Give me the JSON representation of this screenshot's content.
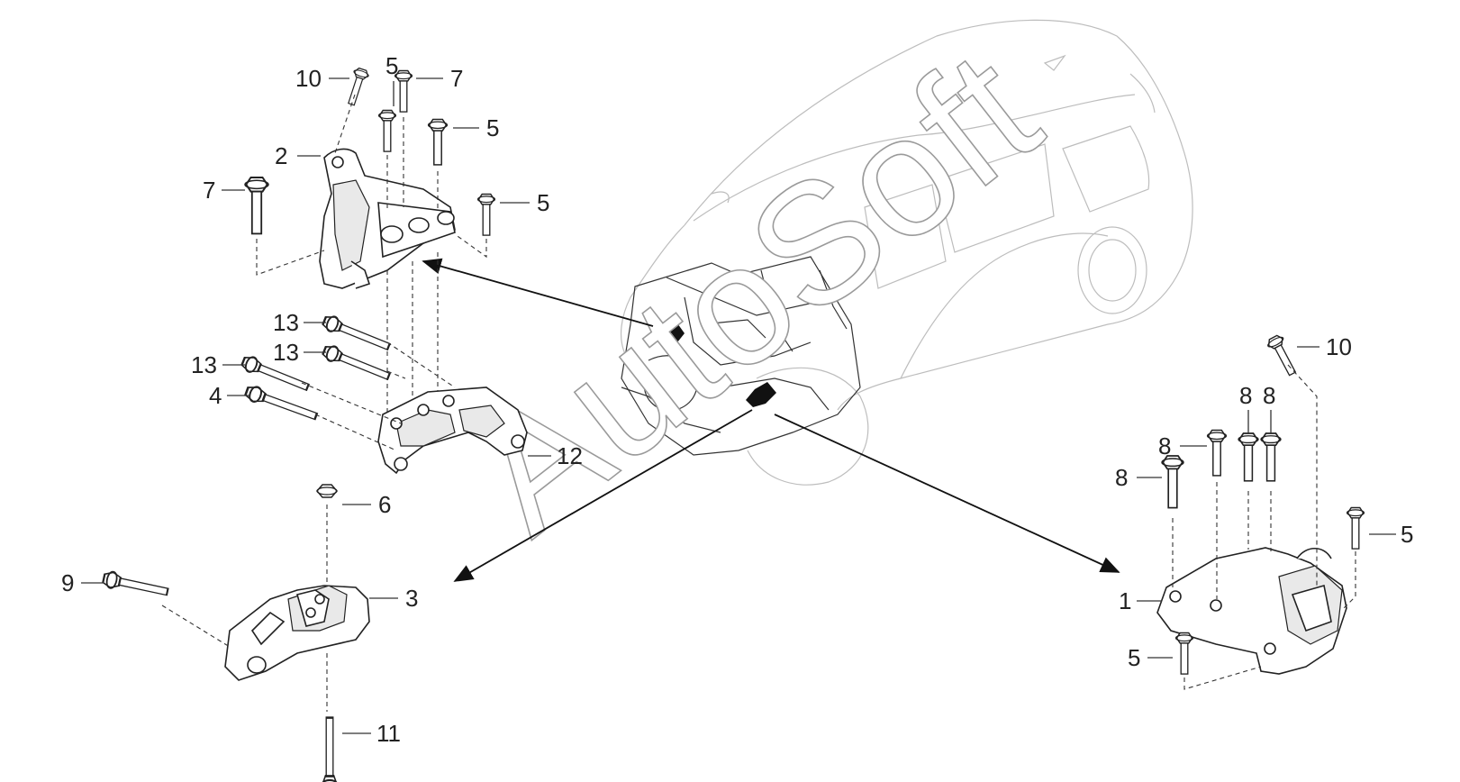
{
  "diagram": {
    "watermark_text": "AutoSoft",
    "colors": {
      "line": "#222222",
      "car_outline": "#bdbdbd",
      "background": "#ffffff"
    },
    "callouts": {
      "top_mount_bolt_10": "10",
      "top_mount_bolt_5a": "5",
      "top_mount_bolt_7a": "7",
      "top_mount_2": "2",
      "top_mount_bolt_5b": "5",
      "top_mount_bolt_7b": "7",
      "top_mount_bolt_5c": "5",
      "bracket_bolt_13a": "13",
      "bracket_bolt_13b": "13",
      "bracket_bolt_13c": "13",
      "bracket_bolt_4": "4",
      "bracket_12": "12",
      "rear_nut_6": "6",
      "rear_bolt_9": "9",
      "rear_mount_3": "3",
      "rear_bolt_11": "11",
      "right_bolt_10": "10",
      "right_bolt_8a": "8",
      "right_bolt_8b": "8",
      "right_bolt_8c": "8",
      "right_bolt_8d": "8",
      "right_bolt_5a": "5",
      "right_mount_1": "1",
      "right_bolt_5b": "5"
    }
  }
}
